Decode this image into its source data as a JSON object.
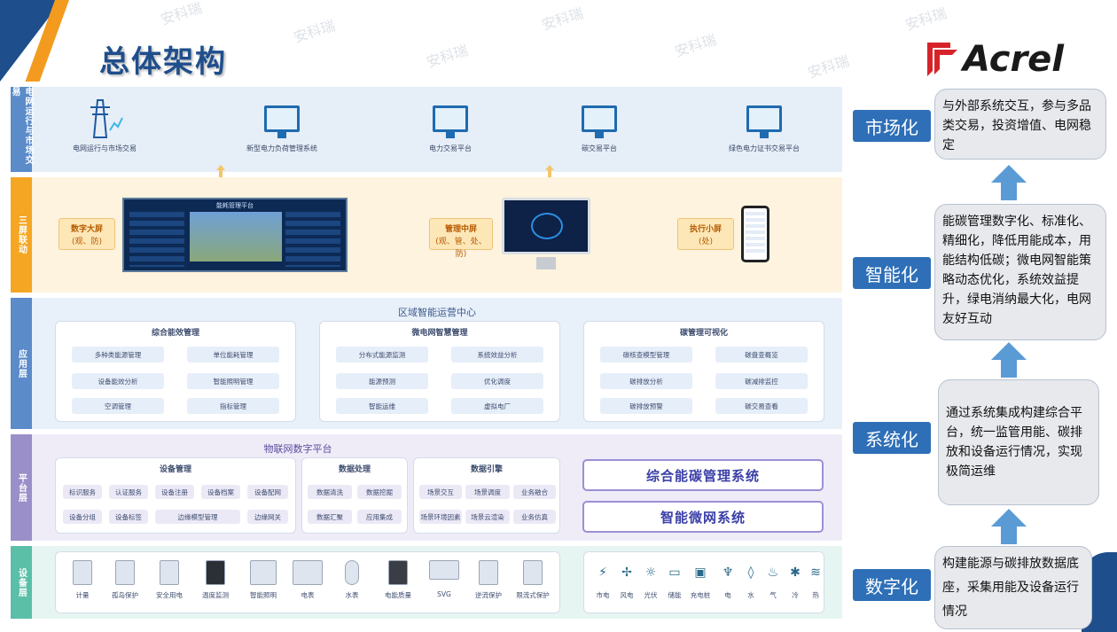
{
  "header": {
    "title": "总体架构",
    "brand": "Acrel",
    "watermark": "安科瑞"
  },
  "layers": {
    "grid": {
      "label": "电网运行与市场交易",
      "items": [
        "电网运行与市场交易",
        "新型电力负荷管理系统",
        "电力交易平台",
        "碳交易平台",
        "绿色电力证书交易平台"
      ]
    },
    "screens": {
      "label": "三屏联动",
      "big_screen": {
        "title": "数字大屏",
        "sub": "(观、防)",
        "dashboard_title": "能耗管理平台"
      },
      "mid_screen": {
        "title": "管理中屏",
        "sub": "(观、管、处、防)"
      },
      "small_screen": {
        "title": "执行小屏",
        "sub": "(处)"
      }
    },
    "application": {
      "label": "应用层",
      "title": "区域智能运营中心",
      "panels": [
        {
          "title": "综合能效管理",
          "items": [
            "多种类能源管理",
            "单位能耗管理",
            "设备能效分析",
            "智能照明管理",
            "空调管理",
            "指标管理"
          ]
        },
        {
          "title": "微电网智慧管理",
          "items": [
            "分布式能源监测",
            "系统效益分析",
            "能源预测",
            "优化调度",
            "智能运维",
            "虚拟电厂"
          ]
        },
        {
          "title": "碳管理可视化",
          "items": [
            "碳核查模型管理",
            "碳盘查概览",
            "碳排放分析",
            "碳减排监控",
            "碳排放预警",
            "碳交易查看"
          ]
        }
      ]
    },
    "platform": {
      "label": "平台层",
      "title": "物联网数字平台",
      "device_mgmt": {
        "title": "设备管理",
        "row1": [
          "标识服务",
          "认证服务",
          "设备注册",
          "设备档案",
          "设备配网"
        ],
        "row2": [
          "设备分组",
          "设备标签",
          "边缘模型管理",
          "边缘网关"
        ]
      },
      "data_proc": {
        "title": "数据处理",
        "items": [
          "数据清洗",
          "数据挖掘",
          "数据汇聚",
          "应用集成"
        ]
      },
      "data_engine": {
        "title": "数据引擎",
        "items": [
          "场景交互",
          "场景调度",
          "业务融合",
          "场景环境因素",
          "场景云渲染",
          "业务仿真"
        ]
      },
      "systems": [
        "综合能碳管理系统",
        "智能微网系统"
      ]
    },
    "device": {
      "label": "设备层",
      "devices": [
        "计量",
        "孤岛保护",
        "安全用电",
        "温度监测",
        "智能照明",
        "电表",
        "水表",
        "电能质量",
        "SVG",
        "逆流保护",
        "限流式保护"
      ],
      "energy": [
        "市电",
        "风电",
        "光伏",
        "储能",
        "充电桩",
        "电",
        "水",
        "气",
        "冷",
        "热"
      ]
    }
  },
  "stages": [
    {
      "label": "市场化",
      "desc": "与外部系统交互，参与多品类交易，投资增值、电网稳定"
    },
    {
      "label": "智能化",
      "desc": "能碳管理数字化、标准化、精细化，降低用能成本，用能结构低碳；微电网智能策略动态优化，系统效益提升，绿电消纳最大化，电网友好互动"
    },
    {
      "label": "系统化",
      "desc": "通过系统集成构建综合平台，统一监管用能、碳排放和设备运行情况，实现极简运维"
    },
    {
      "label": "数字化",
      "desc": "构建能源与碳排放数据底座，采集用能及设备运行情况"
    }
  ],
  "colors": {
    "navy": "#1f4e8c",
    "orange": "#f39b1f",
    "stage_blue": "#2e6fb7",
    "arrow_blue": "#5b9bd5"
  }
}
